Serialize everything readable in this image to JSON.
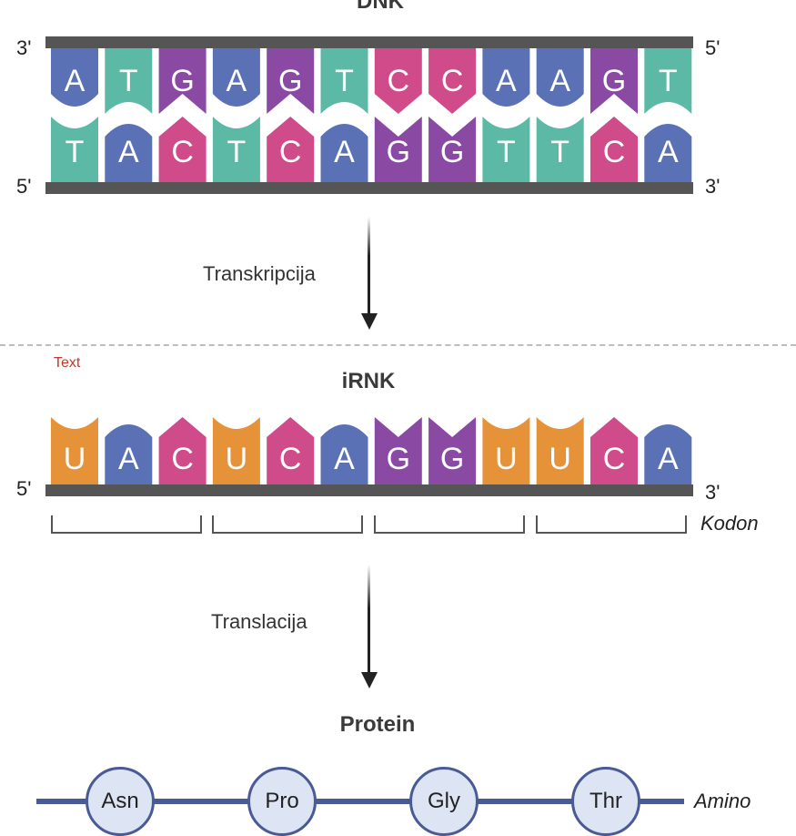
{
  "colors": {
    "A": "#5b71b6",
    "T": "#5cb9a5",
    "G": "#8a4aa4",
    "C": "#cf4b8a",
    "U": "#e69238",
    "backbone": "#555555",
    "amino_line": "#4a5a95",
    "amino_fill": "#dde5f5"
  },
  "dna": {
    "title": "DNK",
    "top_left": "3'",
    "top_right": "5'",
    "bottom_left": "5'",
    "bottom_right": "3'",
    "top_strand": [
      "A",
      "T",
      "G",
      "A",
      "G",
      "T",
      "C",
      "C",
      "A",
      "A",
      "G",
      "T"
    ],
    "bottom_strand": [
      "T",
      "A",
      "C",
      "T",
      "C",
      "A",
      "G",
      "G",
      "T",
      "T",
      "C",
      "A"
    ]
  },
  "transcription": {
    "label": "Transkripcija"
  },
  "placeholder_text": "Text",
  "irnk": {
    "title": "iRNK",
    "left": "5'",
    "right": "3'",
    "strand": [
      "U",
      "A",
      "C",
      "U",
      "C",
      "A",
      "G",
      "G",
      "U",
      "U",
      "C",
      "A"
    ],
    "codon_label": "Kodon"
  },
  "translation": {
    "label": "Translacija"
  },
  "protein": {
    "title": "Protein",
    "amino_acids": [
      "Asn",
      "Pro",
      "Gly",
      "Thr"
    ],
    "amino_label": "Amino"
  }
}
